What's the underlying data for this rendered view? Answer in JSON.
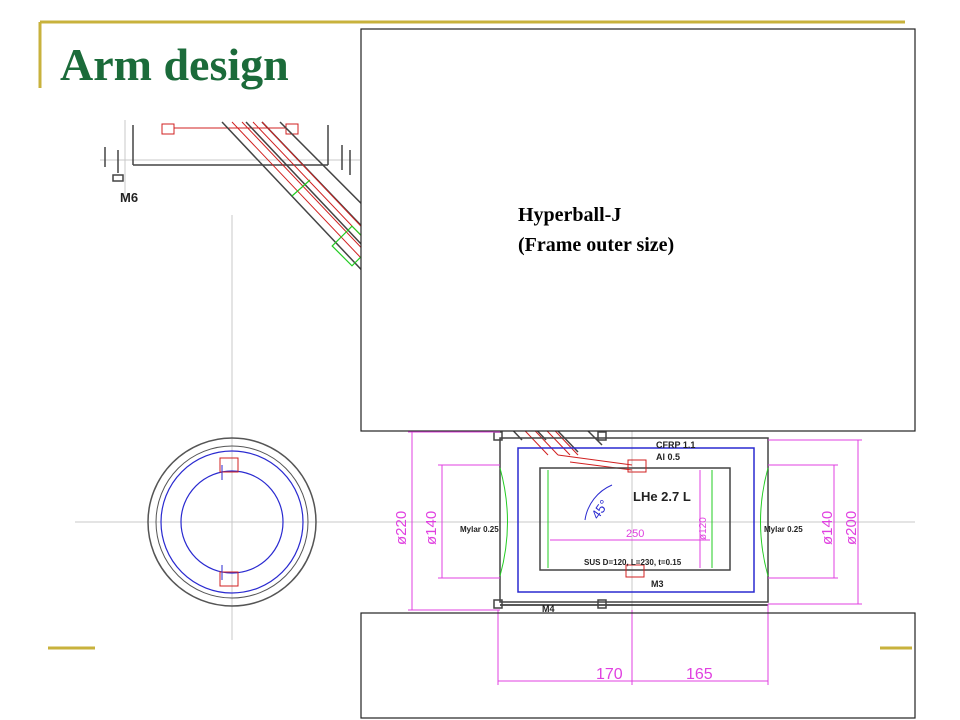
{
  "slide": {
    "title": "Arm design"
  },
  "frame_label": {
    "line1": "Hyperball-J",
    "line2": "(Frame outer size)"
  },
  "annotations": {
    "m6": "M6",
    "m3": "M3",
    "m4": "M4",
    "cfrp": "CFRP 1.1",
    "al": "Al 0.5",
    "lhe": "LHe 2.7 L",
    "angle": "45°",
    "mylar_left": "Mylar 0.25",
    "mylar_right": "Mylar 0.25",
    "sus": "SUS D=120, L=230, t=0.15",
    "dim_250": "250",
    "dim_d120": "ø120",
    "dim_d220": "ø220",
    "dim_d140_left": "ø140",
    "dim_d140_right": "ø140",
    "dim_d200": "ø200",
    "dim_170": "170",
    "dim_165": "165"
  },
  "colors": {
    "title": "#1b6b3a",
    "accent_rule": "#c8b23c",
    "dimension": "#e040e0",
    "vessel": "#2a2ad0",
    "pipe": "#d02020"
  }
}
